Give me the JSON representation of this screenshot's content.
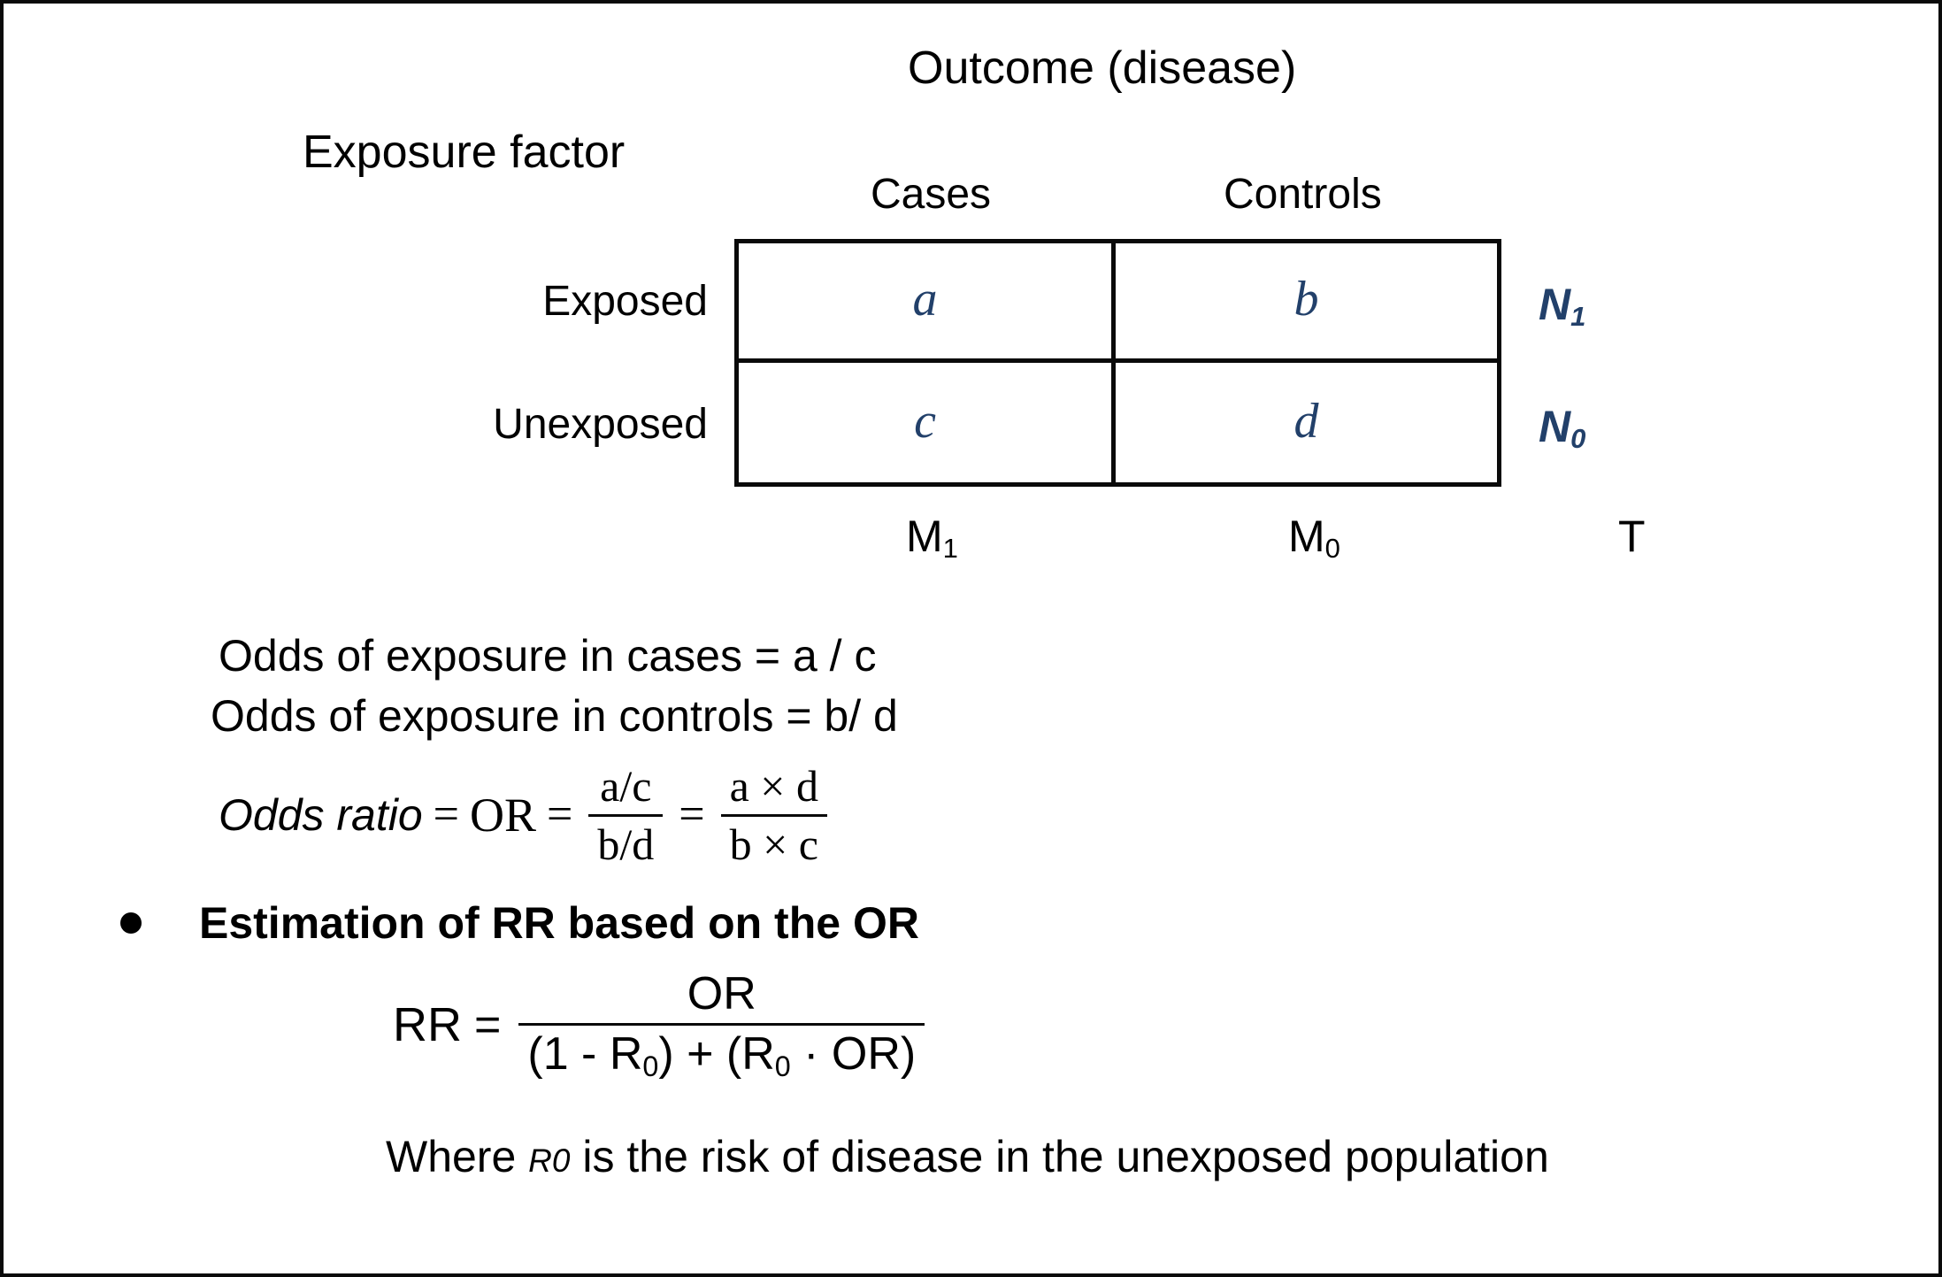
{
  "slide": {
    "headers": {
      "outcome": "Outcome (disease)",
      "exposure": "Exposure factor",
      "cases": "Cases",
      "controls": "Controls"
    },
    "rows": {
      "exposed": "Exposed",
      "unexposed": "Unexposed"
    },
    "table": {
      "cells": {
        "a": "a",
        "b": "b",
        "c": "c",
        "d": "d"
      },
      "row_totals": {
        "exposed_letter": "N",
        "exposed_sub": "1",
        "unexposed_letter": "N",
        "unexposed_sub": "0"
      },
      "col_totals": {
        "cases_letter": "M",
        "cases_sub": "1",
        "controls_letter": "M",
        "controls_sub": "0",
        "grand": "T"
      }
    },
    "odds": {
      "cases_line": "Odds of exposure in cases =  a / c",
      "controls_line": "Odds of exposure in controls = b/ d"
    },
    "odds_ratio": {
      "label": "Odds ratio",
      "eq1": "=",
      "or_symbol": "OR",
      "eq2": "=",
      "frac1_num": "a/c",
      "frac1_den": "b/d",
      "eq3": "=",
      "frac2_num": "a × d",
      "frac2_den": "b × c"
    },
    "bullet": {
      "text": "Estimation of RR based on the OR"
    },
    "rr_formula": {
      "lhs": "RR",
      "eq": "=",
      "numerator": "OR",
      "denom_pre": "(1 - R",
      "denom_sub1": "0",
      "denom_mid": ") + (R",
      "denom_sub2": "0",
      "denom_post": " · OR)"
    },
    "footnote": {
      "pre": "Where ",
      "symbol": "R0",
      "post": " is the risk of disease in the unexposed population"
    },
    "colors": {
      "accent_blue": "#22406a",
      "ink": "#000000",
      "background": "#ffffff",
      "rule": "#0a0a0a"
    }
  }
}
